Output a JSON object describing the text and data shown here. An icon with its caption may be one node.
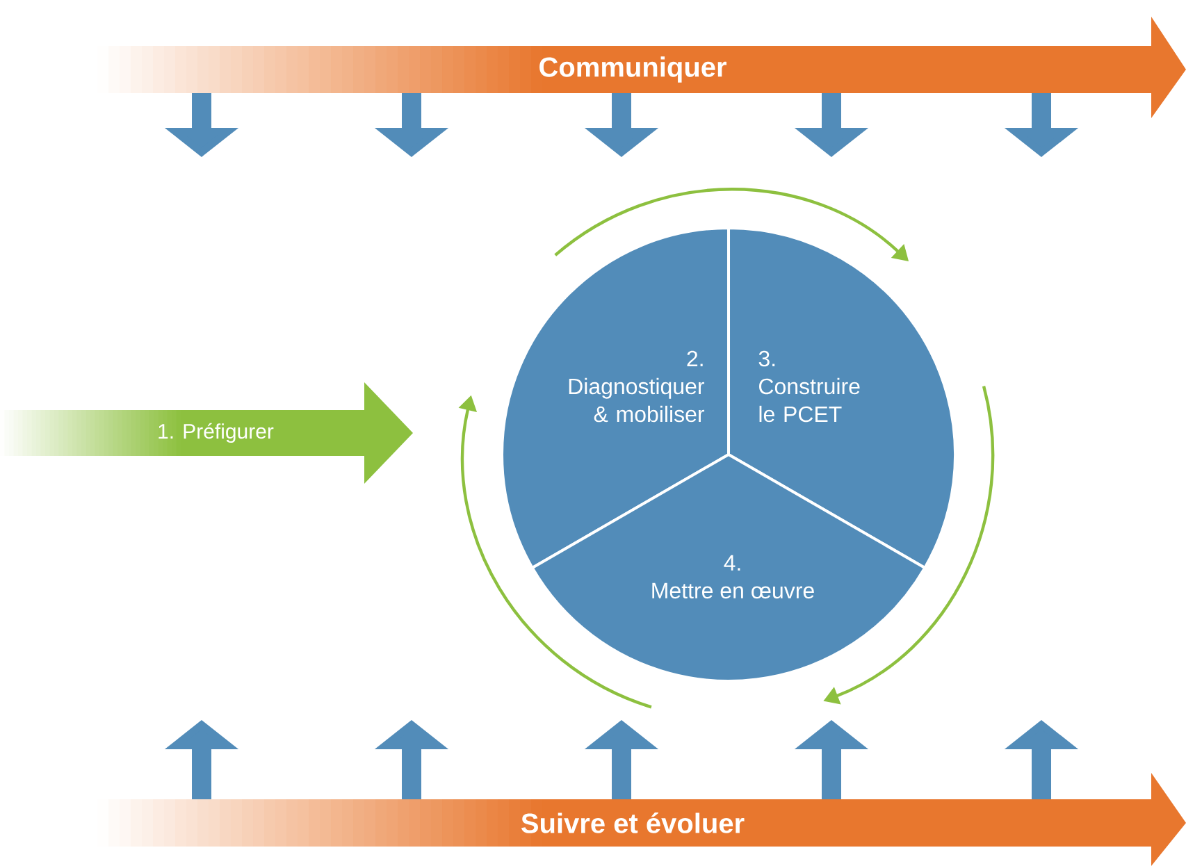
{
  "diagram": {
    "nodes": [
      {
        "text": [
          "Communiquer"
        ]
      },
      {
        "text": [
          "1. Préfigurer"
        ]
      },
      {
        "text": [
          "2.",
          "Diagnostiquer & mobiliser"
        ]
      },
      {
        "text": [
          "3.",
          "Construire le PCET"
        ]
      },
      {
        "text": [
          "4.",
          "Mettre en œuvre"
        ]
      },
      {
        "text": [
          "Suivre et évoluer"
        ]
      }
    ],
    "edges": [
      {
        "from": 2,
        "to": 3,
        "arrow": "to",
        "color": "#8dc03f"
      },
      {
        "from": 3,
        "to": 4,
        "arrow": "to",
        "color": "#8dc03f"
      },
      {
        "from": 4,
        "to": 2,
        "arrow": "to",
        "color": "#8dc03f"
      },
      {
        "from": 0,
        "to": null,
        "arrow": "to"
      },
      {
        "from": 0,
        "to": null,
        "arrow": "to"
      },
      {
        "from": 0,
        "to": null,
        "arrow": "to"
      },
      {
        "from": 0,
        "to": null,
        "arrow": "to"
      },
      {
        "from": 0,
        "to": null,
        "arrow": "to"
      },
      {
        "from": 5,
        "to": null,
        "arrow": "to"
      },
      {
        "from": 5,
        "to": null,
        "arrow": "to"
      },
      {
        "from": 5,
        "to": null,
        "arrow": "to"
      },
      {
        "from": 5,
        "to": null,
        "arrow": "to"
      },
      {
        "from": 5,
        "to": null,
        "arrow": "to"
      }
    ]
  }
}
